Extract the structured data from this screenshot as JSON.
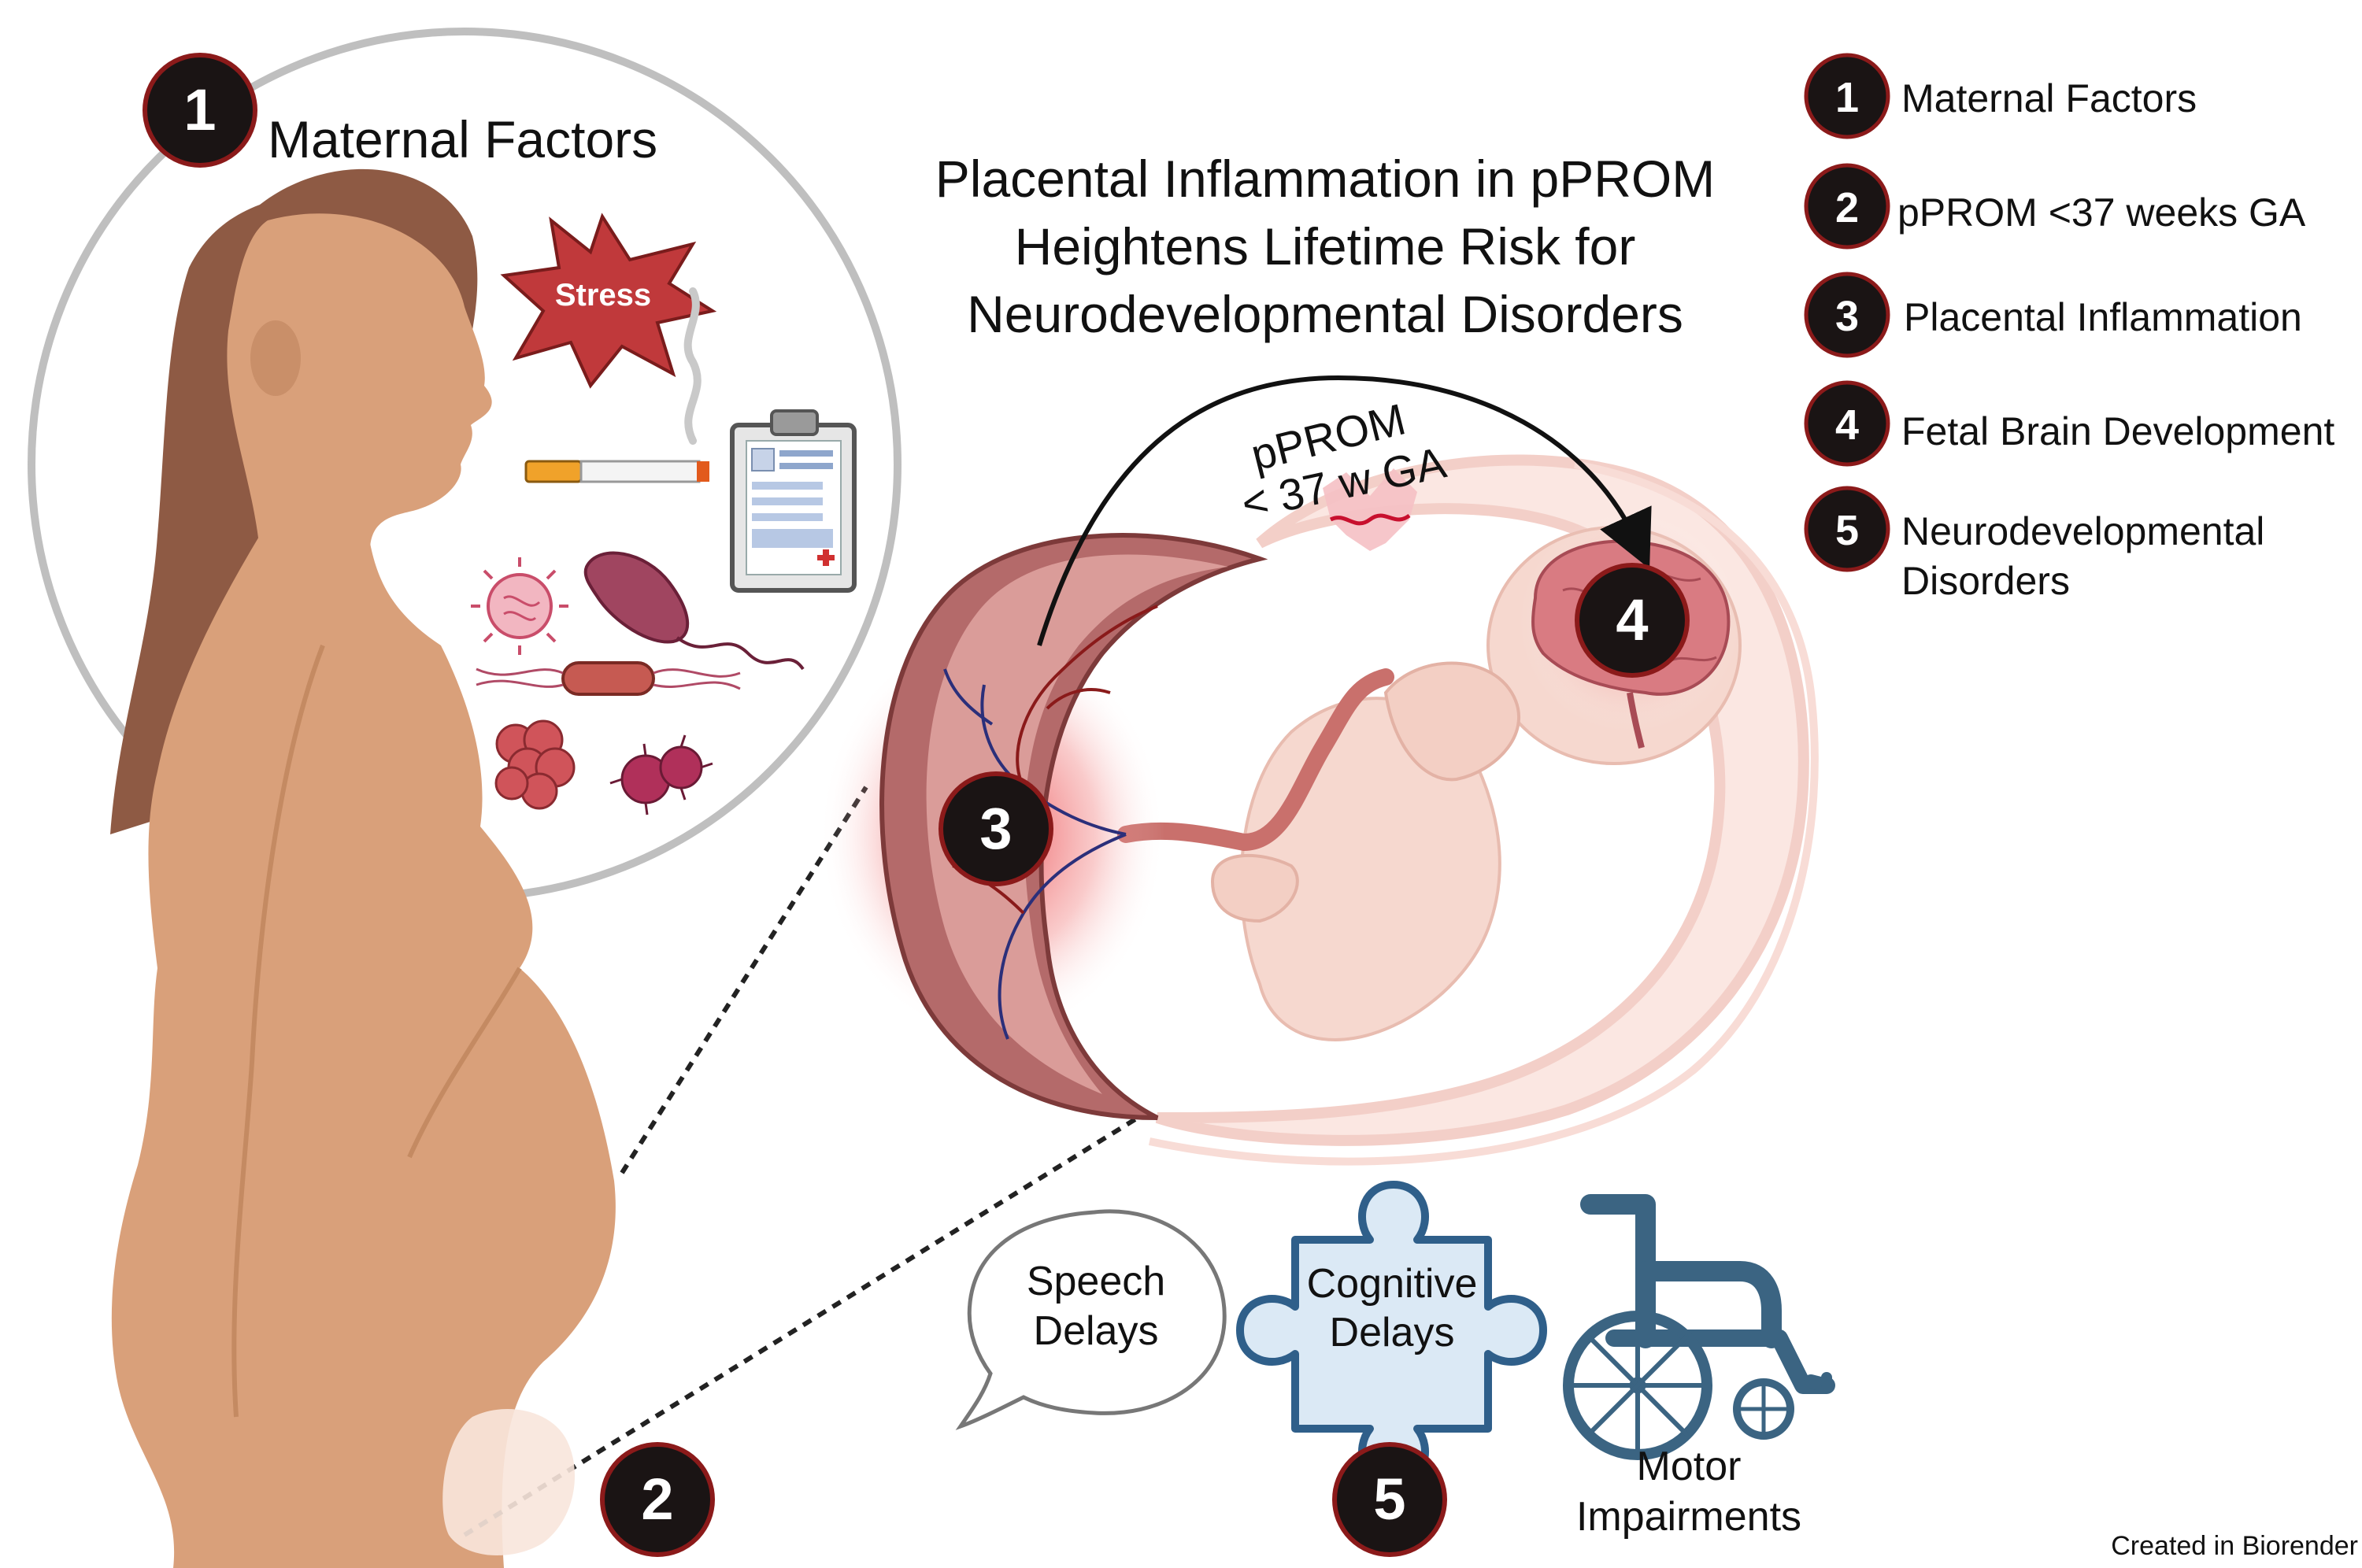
{
  "title": {
    "line1": "Placental Inflammation in pPROM",
    "line2": "Heightens Lifetime Risk for",
    "line3": "Neurodevelopmental Disorders"
  },
  "maternal_label": "Maternal Factors",
  "stress_label": "Stress",
  "pprom_arc": {
    "line1": "pPROM",
    "line2": "< 37 w GA"
  },
  "badges": {
    "b1": "1",
    "b2": "2",
    "b3": "3",
    "b4": "4",
    "b5": "5"
  },
  "legend": [
    {
      "num": "1",
      "label": "Maternal Factors"
    },
    {
      "num": "2",
      "label": "pPROM <37 weeks GA"
    },
    {
      "num": "3",
      "label": "Placental Inflammation"
    },
    {
      "num": "4",
      "label": "Fetal Brain Development"
    },
    {
      "num": "5",
      "label_line1": "Neurodevelopmental",
      "label_line2": "Disorders"
    }
  ],
  "outcomes": {
    "speech_line1": "Speech",
    "speech_line2": "Delays",
    "cognitive_line1": "Cognitive",
    "cognitive_line2": "Delays",
    "motor_line1": "Motor",
    "motor_line2": "Impairments"
  },
  "credit": "Created in Biorender",
  "colors": {
    "badge_fill": "#1a1414",
    "badge_ring": "#8b1a1a",
    "skin": "#d9a07a",
    "hair": "#8e5a44",
    "placenta": "#b46a6a",
    "puzzle": "#2f5f8a",
    "wheelchair": "#3b6482"
  }
}
